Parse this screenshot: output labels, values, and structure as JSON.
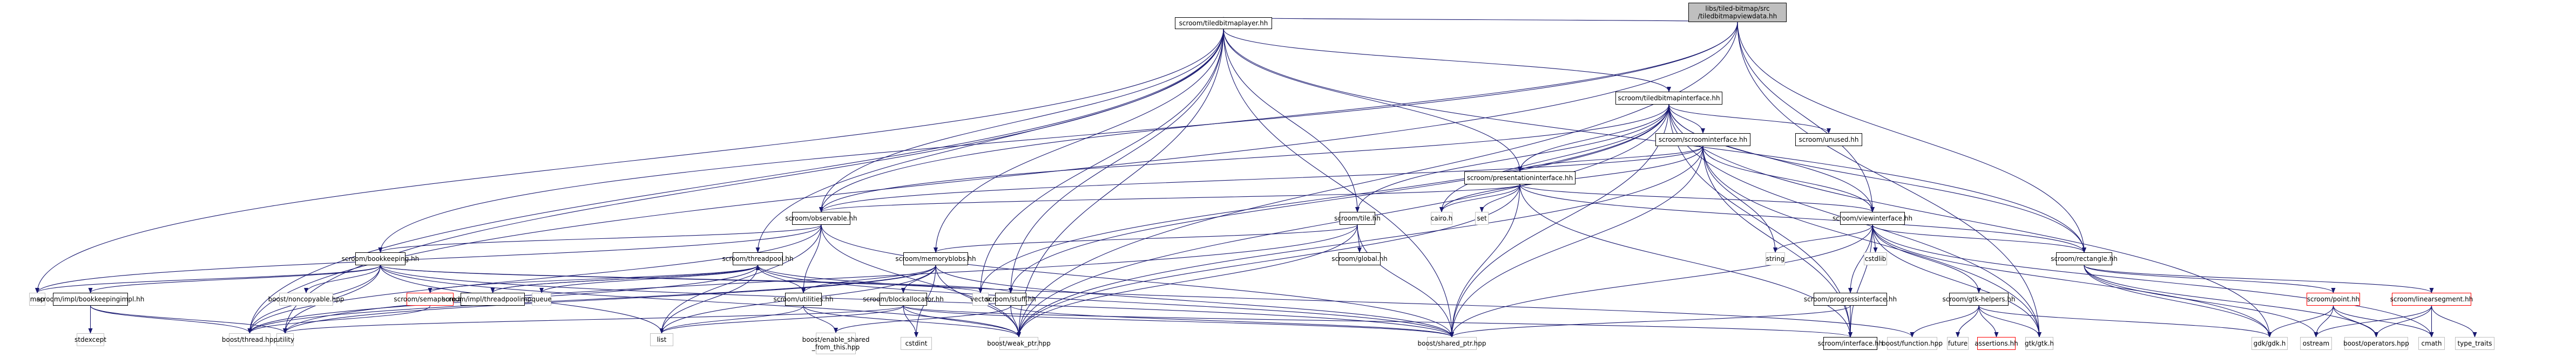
{
  "diagram": {
    "title": "Include dependency graph for tiledbitmapviewdata.hh",
    "colors": {
      "edge": "#191970",
      "project_border": "#000000",
      "system_border": "#bfbfbf",
      "missing_border": "#ff0000",
      "root_fill": "#bfbfbf"
    },
    "nodes": [
      {
        "id": "root",
        "label": "libs/tiled-bitmap/src\n/tiledbitmapviewdata.hh",
        "kind": "root"
      },
      {
        "id": "tiledbitmaplayer",
        "label": "scroom/tiledbitmaplayer.hh",
        "kind": "project"
      },
      {
        "id": "tiledbitmapinterface",
        "label": "scroom/tiledbitmapinterface.hh",
        "kind": "project"
      },
      {
        "id": "scroominterface",
        "label": "scroom/scroominterface.hh",
        "kind": "project"
      },
      {
        "id": "unused",
        "label": "scroom/unused.hh",
        "kind": "project"
      },
      {
        "id": "presentationinterface",
        "label": "scroom/presentationinterface.hh",
        "kind": "project"
      },
      {
        "id": "observable",
        "label": "scroom/observable.hh",
        "kind": "project"
      },
      {
        "id": "tile",
        "label": "scroom/tile.hh",
        "kind": "project"
      },
      {
        "id": "cairo",
        "label": "cairo.h",
        "kind": "system"
      },
      {
        "id": "set",
        "label": "set",
        "kind": "system"
      },
      {
        "id": "viewinterface",
        "label": "scroom/viewinterface.hh",
        "kind": "project"
      },
      {
        "id": "bookkeeping",
        "label": "scroom/bookkeeping.hh",
        "kind": "project"
      },
      {
        "id": "threadpool",
        "label": "scroom/threadpool.hh",
        "kind": "project"
      },
      {
        "id": "memoryblobs",
        "label": "scroom/memoryblobs.hh",
        "kind": "project"
      },
      {
        "id": "global",
        "label": "scroom/global.hh",
        "kind": "project"
      },
      {
        "id": "string",
        "label": "string",
        "kind": "system"
      },
      {
        "id": "cstdlib",
        "label": "cstdlib",
        "kind": "system"
      },
      {
        "id": "rectangle",
        "label": "scroom/rectangle.hh",
        "kind": "project"
      },
      {
        "id": "map",
        "label": "map",
        "kind": "system"
      },
      {
        "id": "bookkeepingimpl",
        "label": "scroom/impl/bookkeepingimpl.hh",
        "kind": "project"
      },
      {
        "id": "noncopyable",
        "label": "boost/noncopyable.hpp",
        "kind": "system"
      },
      {
        "id": "semaphore",
        "label": "scroom/semaphore.hh",
        "kind": "missing"
      },
      {
        "id": "threadpoolimpl",
        "label": "scroom/impl/threadpoolimpl.hh",
        "kind": "project"
      },
      {
        "id": "queue",
        "label": "queue",
        "kind": "system"
      },
      {
        "id": "utilities",
        "label": "scroom/utilities.hh",
        "kind": "project"
      },
      {
        "id": "blockallocator",
        "label": "scroom/blockallocator.hh",
        "kind": "project"
      },
      {
        "id": "vector",
        "label": "vector",
        "kind": "system"
      },
      {
        "id": "stuff",
        "label": "scroom/stuff.hh",
        "kind": "project"
      },
      {
        "id": "progressinterface",
        "label": "scroom/progressinterface.hh",
        "kind": "project"
      },
      {
        "id": "gtkhelpers",
        "label": "scroom/gtk-helpers.hh",
        "kind": "project"
      },
      {
        "id": "point",
        "label": "scroom/point.hh",
        "kind": "missing"
      },
      {
        "id": "linearsegment",
        "label": "scroom/linearsegment.hh",
        "kind": "missing"
      },
      {
        "id": "stdexcept",
        "label": "stdexcept",
        "kind": "system"
      },
      {
        "id": "thread",
        "label": "boost/thread.hpp",
        "kind": "system"
      },
      {
        "id": "utility",
        "label": "utility",
        "kind": "system"
      },
      {
        "id": "list",
        "label": "list",
        "kind": "system"
      },
      {
        "id": "enable_shared",
        "label": "boost/enable_shared\n_from_this.hpp",
        "kind": "system"
      },
      {
        "id": "cstdint",
        "label": "cstdint",
        "kind": "system"
      },
      {
        "id": "weak_ptr",
        "label": "boost/weak_ptr.hpp",
        "kind": "system"
      },
      {
        "id": "shared_ptr",
        "label": "boost/shared_ptr.hpp",
        "kind": "system"
      },
      {
        "id": "interface",
        "label": "scroom/interface.hh",
        "kind": "project"
      },
      {
        "id": "function",
        "label": "boost/function.hpp",
        "kind": "system"
      },
      {
        "id": "future",
        "label": "future",
        "kind": "system"
      },
      {
        "id": "assertions",
        "label": "assertions.hh",
        "kind": "missing"
      },
      {
        "id": "gtk",
        "label": "gtk/gtk.h",
        "kind": "system"
      },
      {
        "id": "gdk",
        "label": "gdk/gdk.h",
        "kind": "system"
      },
      {
        "id": "ostream",
        "label": "ostream",
        "kind": "system"
      },
      {
        "id": "operators",
        "label": "boost/operators.hpp",
        "kind": "system"
      },
      {
        "id": "cmath",
        "label": "cmath",
        "kind": "system"
      },
      {
        "id": "type_traits",
        "label": "type_traits",
        "kind": "system"
      }
    ],
    "edges": [
      [
        "root",
        "tiledbitmaplayer"
      ],
      [
        "root",
        "observable"
      ],
      [
        "root",
        "bookkeeping"
      ],
      [
        "root",
        "viewinterface"
      ],
      [
        "root",
        "rectangle"
      ],
      [
        "root",
        "gtk"
      ],
      [
        "root",
        "weak_ptr"
      ],
      [
        "root",
        "thread"
      ],
      [
        "tiledbitmaplayer",
        "tiledbitmapinterface"
      ],
      [
        "tiledbitmaplayer",
        "observable"
      ],
      [
        "tiledbitmaplayer",
        "tile"
      ],
      [
        "tiledbitmaplayer",
        "threadpool"
      ],
      [
        "tiledbitmaplayer",
        "memoryblobs"
      ],
      [
        "tiledbitmaplayer",
        "vector"
      ],
      [
        "tiledbitmaplayer",
        "stuff"
      ],
      [
        "tiledbitmaplayer",
        "map"
      ],
      [
        "tiledbitmaplayer",
        "weak_ptr"
      ],
      [
        "tiledbitmaplayer",
        "shared_ptr"
      ],
      [
        "tiledbitmaplayer",
        "rectangle"
      ],
      [
        "tiledbitmaplayer",
        "presentationinterface"
      ],
      [
        "tiledbitmaplayer",
        "utility"
      ],
      [
        "tiledbitmaplayer",
        "thread"
      ],
      [
        "tiledbitmapinterface",
        "scroominterface"
      ],
      [
        "tiledbitmapinterface",
        "unused"
      ],
      [
        "tiledbitmapinterface",
        "presentationinterface"
      ],
      [
        "tiledbitmapinterface",
        "viewinterface"
      ],
      [
        "tiledbitmapinterface",
        "tile"
      ],
      [
        "tiledbitmapinterface",
        "observable"
      ],
      [
        "tiledbitmapinterface",
        "rectangle"
      ],
      [
        "tiledbitmapinterface",
        "cairo"
      ],
      [
        "tiledbitmapinterface",
        "vector"
      ],
      [
        "tiledbitmapinterface",
        "stuff"
      ],
      [
        "tiledbitmapinterface",
        "gdk"
      ],
      [
        "tiledbitmapinterface",
        "gtk"
      ],
      [
        "tiledbitmapinterface",
        "shared_ptr"
      ],
      [
        "tiledbitmapinterface",
        "interface"
      ],
      [
        "tiledbitmapinterface",
        "weak_ptr"
      ],
      [
        "scroominterface",
        "presentationinterface"
      ],
      [
        "scroominterface",
        "viewinterface"
      ],
      [
        "scroominterface",
        "string"
      ],
      [
        "scroominterface",
        "gtk"
      ],
      [
        "scroominterface",
        "shared_ptr"
      ],
      [
        "scroominterface",
        "interface"
      ],
      [
        "scroominterface",
        "observable"
      ],
      [
        "scroominterface",
        "cairo"
      ],
      [
        "scroominterface",
        "weak_ptr"
      ],
      [
        "presentationinterface",
        "cairo"
      ],
      [
        "presentationinterface",
        "set"
      ],
      [
        "presentationinterface",
        "viewinterface"
      ],
      [
        "presentationinterface",
        "observable"
      ],
      [
        "presentationinterface",
        "rectangle"
      ],
      [
        "presentationinterface",
        "shared_ptr"
      ],
      [
        "presentationinterface",
        "interface"
      ],
      [
        "presentationinterface",
        "weak_ptr"
      ],
      [
        "observable",
        "bookkeeping"
      ],
      [
        "observable",
        "utilities"
      ],
      [
        "observable",
        "list"
      ],
      [
        "observable",
        "map"
      ],
      [
        "observable",
        "thread"
      ],
      [
        "observable",
        "shared_ptr"
      ],
      [
        "observable",
        "weak_ptr"
      ],
      [
        "tile",
        "global"
      ],
      [
        "tile",
        "memoryblobs"
      ],
      [
        "tile",
        "shared_ptr"
      ],
      [
        "tile",
        "weak_ptr"
      ],
      [
        "tile",
        "utility"
      ],
      [
        "viewinterface",
        "string"
      ],
      [
        "viewinterface",
        "cstdlib"
      ],
      [
        "viewinterface",
        "progressinterface"
      ],
      [
        "viewinterface",
        "gtkhelpers"
      ],
      [
        "viewinterface",
        "rectangle"
      ],
      [
        "viewinterface",
        "gtk"
      ],
      [
        "viewinterface",
        "gdk"
      ],
      [
        "viewinterface",
        "interface"
      ],
      [
        "viewinterface",
        "shared_ptr"
      ],
      [
        "viewinterface",
        "cmath"
      ],
      [
        "bookkeeping",
        "map"
      ],
      [
        "bookkeeping",
        "bookkeepingimpl"
      ],
      [
        "bookkeeping",
        "noncopyable"
      ],
      [
        "bookkeeping",
        "thread"
      ],
      [
        "bookkeeping",
        "utility"
      ],
      [
        "bookkeeping",
        "list"
      ],
      [
        "bookkeeping",
        "vector"
      ],
      [
        "bookkeeping",
        "stuff"
      ],
      [
        "bookkeeping",
        "shared_ptr"
      ],
      [
        "bookkeeping",
        "weak_ptr"
      ],
      [
        "bookkeepingimpl",
        "stdexcept"
      ],
      [
        "bookkeepingimpl",
        "thread"
      ],
      [
        "bookkeepingimpl",
        "utility"
      ],
      [
        "threadpool",
        "semaphore"
      ],
      [
        "threadpool",
        "threadpoolimpl"
      ],
      [
        "threadpool",
        "queue"
      ],
      [
        "threadpool",
        "thread"
      ],
      [
        "threadpool",
        "list"
      ],
      [
        "threadpool",
        "shared_ptr"
      ],
      [
        "threadpool",
        "utilities"
      ],
      [
        "threadpool",
        "function"
      ],
      [
        "threadpoolimpl",
        "threadpool"
      ],
      [
        "semaphore",
        "thread"
      ],
      [
        "memoryblobs",
        "blockallocator"
      ],
      [
        "memoryblobs",
        "utilities"
      ],
      [
        "memoryblobs",
        "list"
      ],
      [
        "memoryblobs",
        "cstdint"
      ],
      [
        "memoryblobs",
        "thread"
      ],
      [
        "memoryblobs",
        "weak_ptr"
      ],
      [
        "memoryblobs",
        "shared_ptr"
      ],
      [
        "memoryblobs",
        "utility"
      ],
      [
        "utilities",
        "enable_shared"
      ],
      [
        "utilities",
        "list"
      ],
      [
        "utilities",
        "weak_ptr"
      ],
      [
        "blockallocator",
        "cstdint"
      ],
      [
        "blockallocator",
        "list"
      ],
      [
        "blockallocator",
        "weak_ptr"
      ],
      [
        "blockallocator",
        "shared_ptr"
      ],
      [
        "blockallocator",
        "utility"
      ],
      [
        "blockallocator",
        "interface"
      ],
      [
        "stuff",
        "weak_ptr"
      ],
      [
        "stuff",
        "shared_ptr"
      ],
      [
        "stuff",
        "enable_shared"
      ],
      [
        "progressinterface",
        "interface"
      ],
      [
        "progressinterface",
        "shared_ptr"
      ],
      [
        "gtkhelpers",
        "function"
      ],
      [
        "gtkhelpers",
        "future"
      ],
      [
        "gtkhelpers",
        "assertions"
      ],
      [
        "gtkhelpers",
        "gtk"
      ],
      [
        "gtkhelpers",
        "gdk"
      ],
      [
        "rectangle",
        "point"
      ],
      [
        "rectangle",
        "linearsegment"
      ],
      [
        "rectangle",
        "gdk"
      ],
      [
        "rectangle",
        "ostream"
      ],
      [
        "rectangle",
        "operators"
      ],
      [
        "point",
        "gdk"
      ],
      [
        "point",
        "ostream"
      ],
      [
        "point",
        "operators"
      ],
      [
        "point",
        "cmath"
      ],
      [
        "linearsegment",
        "ostream"
      ],
      [
        "linearsegment",
        "operators"
      ],
      [
        "linearsegment",
        "cmath"
      ],
      [
        "linearsegment",
        "type_traits"
      ]
    ]
  }
}
